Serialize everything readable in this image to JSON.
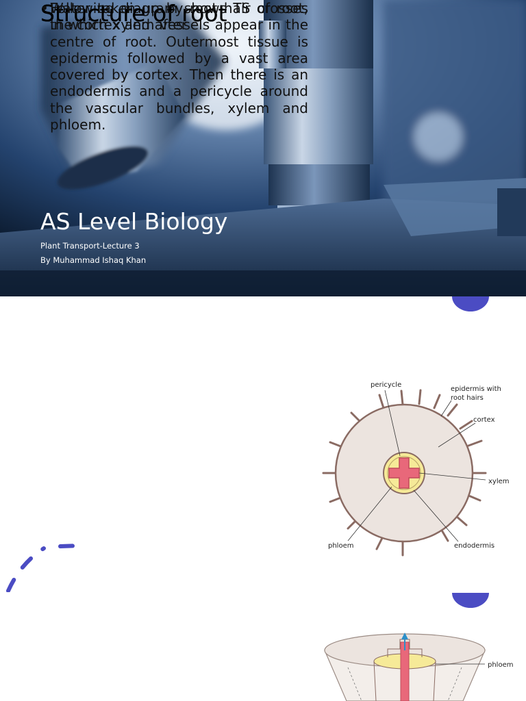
{
  "slide1": {
    "title": "AS Level Biology",
    "subtitle_line1": "Plant Transport-Lecture 3",
    "subtitle_line2": "By Muhammad Ishaq Khan",
    "background_image": "microscope-photo"
  },
  "slide2": {
    "title": "Structure of root",
    "bullet": "Following diagram shows TS of root, in which xylem vessels appear in the centre of root. Outermost tissue is epidermis followed by a vast area covered by cortex. Then there is an endodermis and a pericycle around the vascular bundles, xylem and phloem.",
    "diagram_labels": {
      "pericycle": "pericycle",
      "epidermis_line1": "epidermis with",
      "epidermis_line2": "root hairs",
      "cortex": "cortex",
      "xylem": "xylem",
      "phloem": "phloem",
      "endodermis": "endodermis"
    }
  },
  "slide3": {
    "title": "Structure of root",
    "bullet": "Water taken up by root hair crosses the cortex and after",
    "diagram_labels": {
      "phloem": "phloem"
    }
  },
  "bullet_char": "•",
  "colors": {
    "accent": "#4b4cc3",
    "xylem": "#e8687a",
    "phloem_ring": "#f6ea98",
    "cortex": "#ece4df"
  }
}
